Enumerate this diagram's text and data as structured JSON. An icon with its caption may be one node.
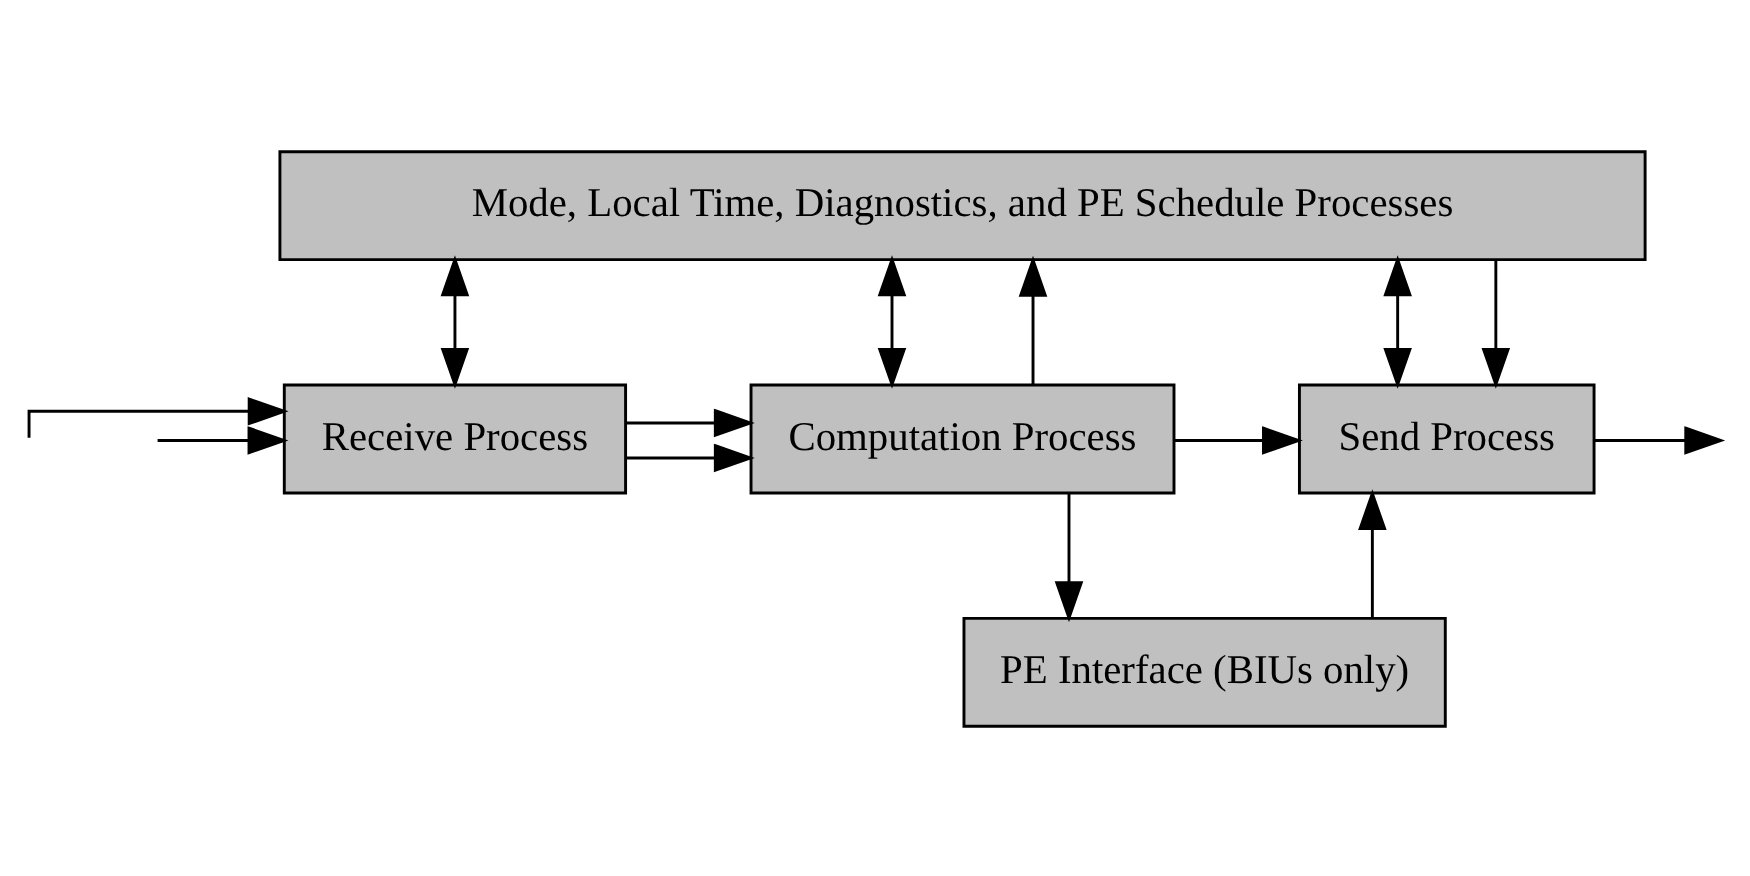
{
  "diagram": {
    "nodes": [
      {
        "text": [
          "Mode, Local Time, Diagnostics, and PE Schedule Processes"
        ]
      },
      {
        "text": [
          "Receive Process"
        ]
      },
      {
        "text": [
          "Computation Process"
        ]
      },
      {
        "text": [
          "Send Process"
        ]
      },
      {
        "text": [
          "PE Interface (BIUs only)"
        ]
      }
    ],
    "edges": [
      {
        "from": null,
        "to": 1,
        "arrow": "to"
      },
      {
        "from": null,
        "to": 1,
        "arrow": "to"
      },
      {
        "from": 1,
        "to": 2,
        "arrow": "to"
      },
      {
        "from": 1,
        "to": 2,
        "arrow": "to"
      },
      {
        "from": 0,
        "to": 1,
        "arrow": "both"
      },
      {
        "from": 0,
        "to": 2,
        "arrow": "both"
      },
      {
        "from": 0,
        "to": 3,
        "arrow": "both"
      },
      {
        "from": 2,
        "to": 0,
        "arrow": "to"
      },
      {
        "from": 0,
        "to": 3,
        "arrow": "to"
      },
      {
        "from": 2,
        "to": 3,
        "arrow": "to"
      },
      {
        "from": 2,
        "to": 4,
        "arrow": "to"
      },
      {
        "from": 4,
        "to": 3,
        "arrow": "to"
      },
      {
        "from": 3,
        "to": null,
        "arrow": "to"
      }
    ]
  }
}
